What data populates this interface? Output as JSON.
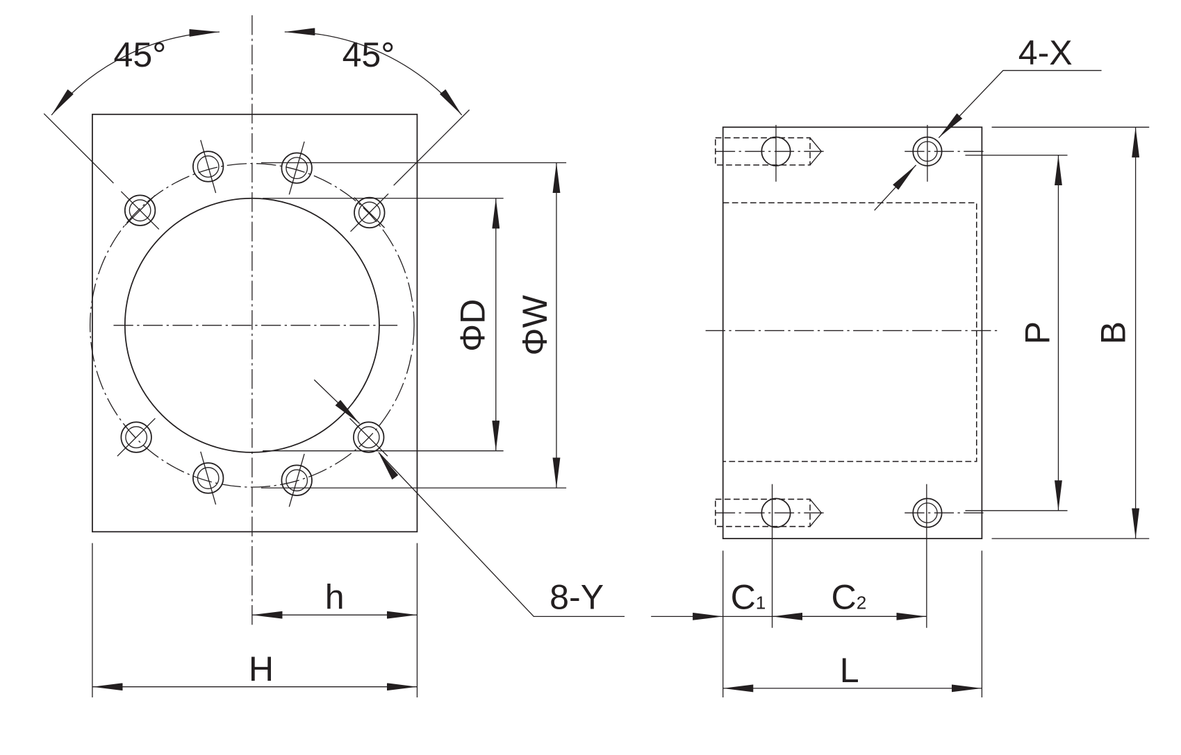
{
  "labels": {
    "angle_left": "45°",
    "angle_right": "45°",
    "phi_d": "ΦD",
    "phi_w": "ΦW",
    "holes_y": "8-Y",
    "h": "h",
    "H": "H",
    "holes_x": "4-X",
    "P": "P",
    "B": "B",
    "C1_main": "C",
    "C1_sub": "1",
    "C2_main": "C",
    "C2_sub": "2",
    "L": "L"
  }
}
